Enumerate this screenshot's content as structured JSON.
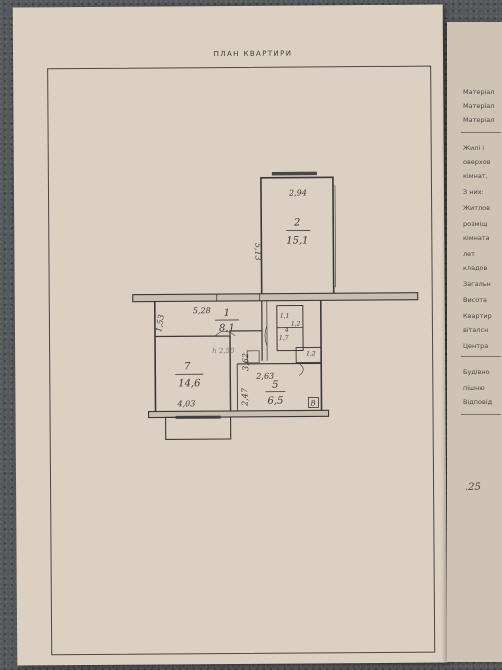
{
  "document": {
    "title": "ПЛАН  КВАРТИРИ"
  },
  "plan": {
    "rooms": [
      {
        "number": "2",
        "area": "15,1"
      },
      {
        "number": "1",
        "area": "8,1"
      },
      {
        "number": "7",
        "area": "14,6"
      },
      {
        "number": "5",
        "area": "6,5"
      }
    ],
    "dimensions": {
      "room2_width": "2,94",
      "room2_length": "5,13",
      "corridor_length": "5,28",
      "corridor_side": "1,53",
      "room7_width": "4,03",
      "room7_height": "3,62",
      "room5_width": "2,63",
      "room5_length": "2,47",
      "wc_width": "1,1",
      "wc_height": "1,2",
      "bath_width": "1,2",
      "ceiling_height": "h 2,50"
    },
    "marks": {
      "stair_mark": "1,7",
      "small_mark": "4",
      "vent_mark": "B"
    }
  },
  "right_page": {
    "lines": [
      "Матеріал",
      "Матеріал",
      "Матеріал",
      "Жилі і",
      "оверхов",
      "кімнат,",
      "З них:",
      "Житлов",
      "розміщ",
      "кімната",
      "лет",
      "кладов",
      "Загальн",
      "Висота",
      "Квартир",
      "віталсн",
      "Центра",
      "Будівно",
      "пішню",
      "Відповід"
    ],
    "date": ".25"
  }
}
